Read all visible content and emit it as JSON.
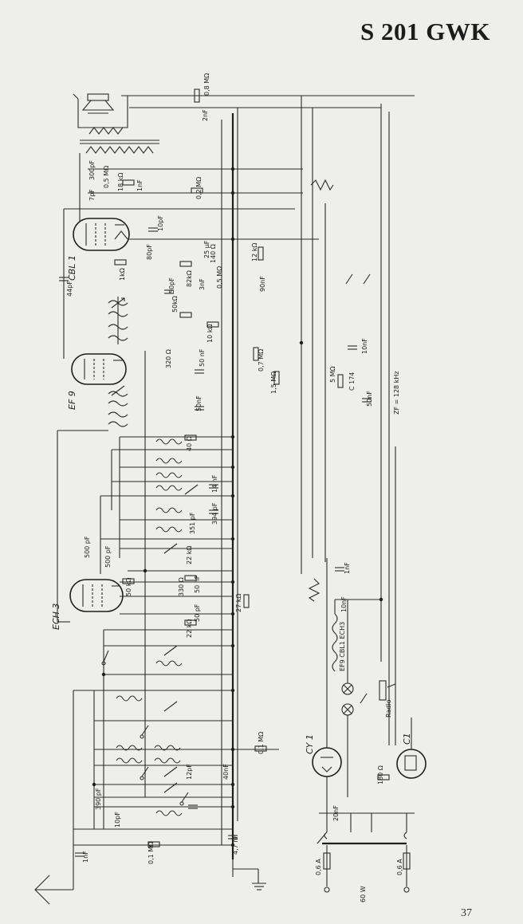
{
  "header": {
    "title": "S 201 GWK",
    "page_number": "37"
  },
  "tubes": [
    {
      "label": "CBL 1"
    },
    {
      "label": "EF 9"
    },
    {
      "label": "ECH 3"
    },
    {
      "label": "CY 1"
    },
    {
      "label": "C1"
    }
  ],
  "tube_chain": "EF9 CBL1 ECH3",
  "components": {
    "r_top": "0,8 MΩ",
    "c_2nF_a": "2nF",
    "c_300pF": "300pF",
    "c_7pF": "7pF",
    "r_05MO": "0,5 MΩ",
    "r_18kO": "18 kΩ",
    "c_1nF": "1nF",
    "r_02MO": "0,2 MΩ",
    "c_10pF": "10pF",
    "c_80pF": "80pF",
    "r_1kO": "1kΩ",
    "c_44pF": "44pF",
    "r_82kO": "82kΩ",
    "c_25uF": "25 μF",
    "r_140O": "140 Ω",
    "r_12kO": "12 kΩ",
    "c_3nF": "3nF",
    "r_05MO_b": "0,5 MΩ",
    "c_90nF": "90nF",
    "r_50kO": "50kΩ",
    "c_50pF": "50pF",
    "r_10kO": "10 kΩ",
    "r_320O": "320 Ω",
    "c_50nF_a": "50 nF",
    "c_50nF_b": "50nF",
    "r_07MO": "0,7 MΩ",
    "r_15MO": "1,5 MΩ",
    "r_5MO": "5 MΩ",
    "c_10nF": "10nF",
    "c_50nF_c": "50nF",
    "c_174": "C 174",
    "zf": "ZF = 128 kHz",
    "r_40O": "40 Ω",
    "c_14nF": "14 nF",
    "c_351pF": "351 pF",
    "c_394pF": "394 pF",
    "c_500pF": "500 pF",
    "r_22kO": "22 kΩ",
    "r_50kO_b": "50 kΩ",
    "r_330O": "330 Ω",
    "c_50nF_d": "50 nF",
    "r_27kO": "27 kΩ",
    "c_50pF_b": "50 pF",
    "r_22kO_b": "22 kΩ",
    "c_10nF_b": "10nF",
    "tube_chain_label": "EF9 CBL1 ECH3",
    "radio": "Radio",
    "r_01MO": "0,1 MΩ",
    "c_390pF": "390 pF",
    "c_10pF_b": "10pF",
    "c_12pF": "12pF",
    "c_40nF": "40nF",
    "c_20nF": "20nF",
    "r_180O": "180 Ω",
    "c_1nF_b": "1nF",
    "r_01MO_b": "0,1 MΩ",
    "c_47nF": "4,7 nF",
    "fuse_a": "0,6 A",
    "fuse_b": "0,6 A",
    "power": "60 W"
  }
}
